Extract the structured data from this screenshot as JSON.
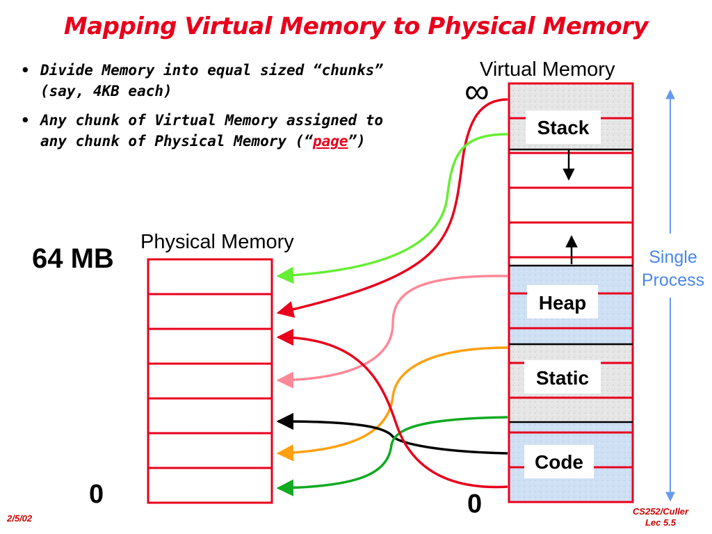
{
  "slide": {
    "title": "Mapping Virtual Memory to Physical Memory",
    "bullets": [
      {
        "prefix": "Divide Memory into equal sized “chunks” (say, 4KB each)",
        "emphasis": "",
        "suffix": ""
      },
      {
        "prefix": "Any chunk of Virtual Memory assigned to any chunk of Physical Memory (“",
        "emphasis": "page",
        "suffix": "”)"
      }
    ],
    "bullet_glyph": "•",
    "footer_date": "2/5/02",
    "footer_course": "CS252/Culler",
    "footer_lecture": "Lec 5.5"
  },
  "physical_memory": {
    "title": "Physical Memory",
    "top_label": "64 MB",
    "bottom_label": "0",
    "frame_count": 7
  },
  "virtual_memory": {
    "title": "Virtual Memory",
    "top_label": "∞",
    "bottom_label": "0",
    "segments": {
      "stack": "Stack",
      "heap": "Heap",
      "static": "Static",
      "code": "Code"
    }
  },
  "process_label": {
    "line1": "Single",
    "line2": "Process"
  },
  "mappings": [
    {
      "name": "stack-page-1",
      "color": "#e8001c"
    },
    {
      "name": "stack-page-2",
      "color": "#66ee33"
    },
    {
      "name": "heap-page",
      "color": "#ff8899"
    },
    {
      "name": "static-page",
      "color": "#ffa010"
    },
    {
      "name": "code-page-1",
      "color": "#000000"
    },
    {
      "name": "code-page-2",
      "color": "#11aa22"
    },
    {
      "name": "code-page-3",
      "color": "#e8001c"
    }
  ],
  "colors": {
    "title": "#e8001c",
    "frame_border": "#e8001c",
    "process_arrow": "#6699ee",
    "process_label": "#4a86e8"
  }
}
